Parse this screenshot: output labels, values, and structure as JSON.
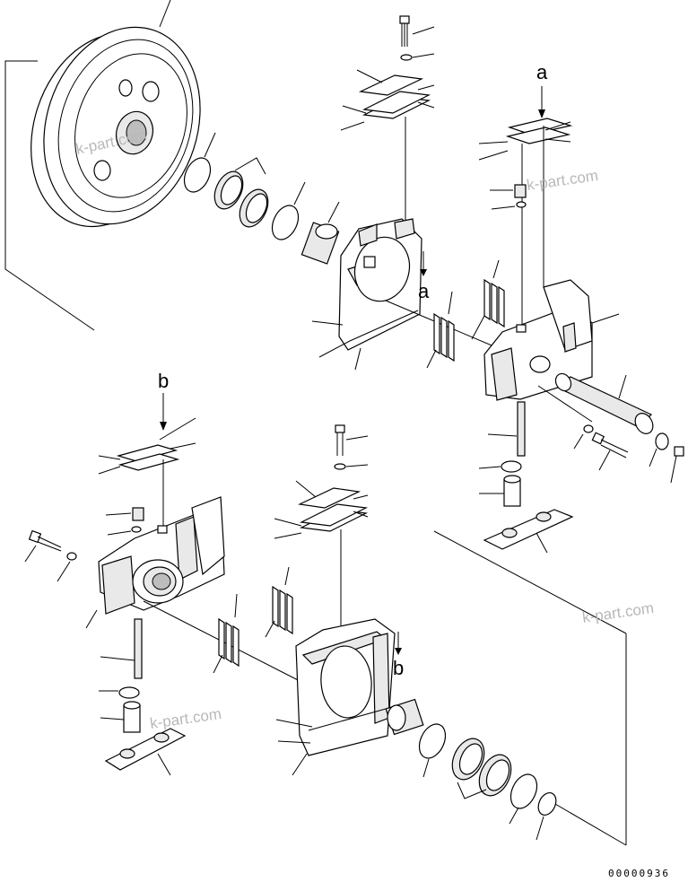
{
  "view_labels": {
    "a_top": "a",
    "a_mid": "a",
    "b_top": "b",
    "b_mid": "b"
  },
  "watermarks": {
    "wm1": "k-part.com",
    "wm2": "k-part.com",
    "wm3": "k-part.com",
    "wm4": "k-part.com"
  },
  "drawing_code": "00000936"
}
